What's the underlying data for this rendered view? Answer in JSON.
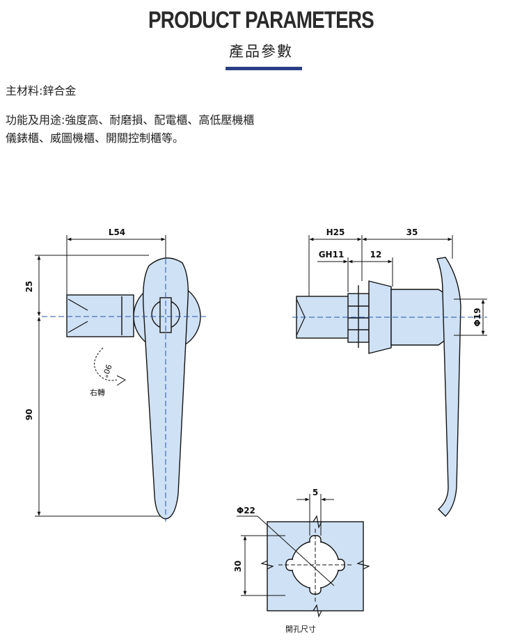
{
  "header": {
    "title": "PRODUCT PARAMETERS",
    "subtitle": "產品參數",
    "accent_color": "#2b3f86"
  },
  "specs": {
    "material": "主材料:鋅合金",
    "usage_line1": "功能及用途:強度高、耐磨損、配電櫃、高低壓機櫃",
    "usage_line2": "儀錶櫃、威圖機櫃、開關控制櫃等。"
  },
  "drawing": {
    "fill_color": "#cfe1f4",
    "front_view": {
      "dim_length": "L54",
      "dim_top": "25",
      "dim_handle": "90",
      "rotation_angle": "90°",
      "rotation_label": "右轉"
    },
    "side_view": {
      "dim_h": "H25",
      "dim_35": "35",
      "dim_gh": "GH11",
      "dim_12": "12",
      "dim_dia": "Φ19"
    },
    "cutout": {
      "dim_dia": "Φ22",
      "dim_slot": "5",
      "dim_height": "30",
      "label": "開孔尺寸"
    }
  }
}
